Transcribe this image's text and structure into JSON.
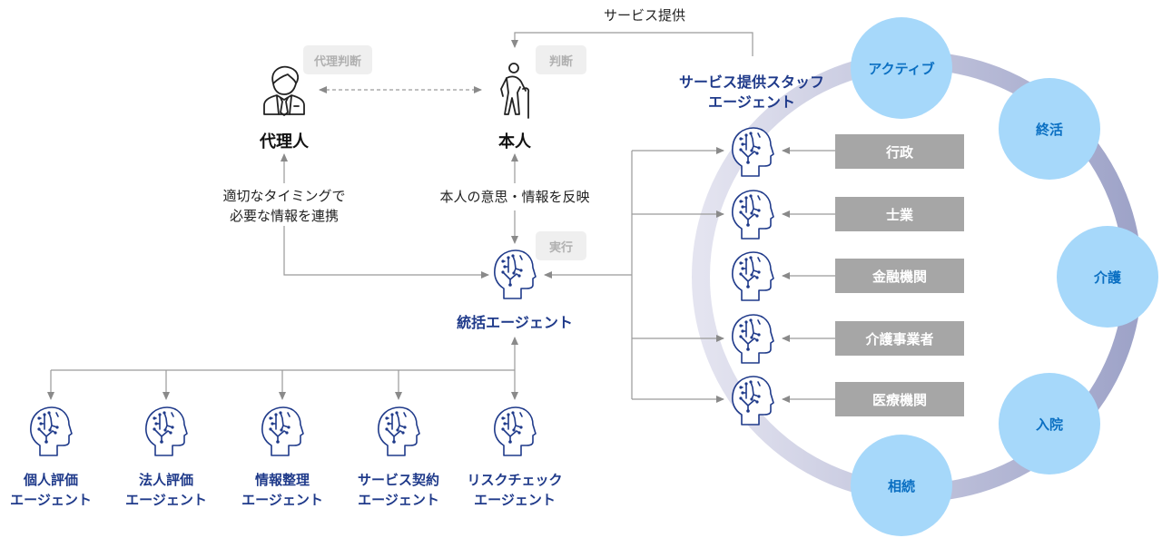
{
  "top": {
    "service_provision": "サービス提供"
  },
  "chips": {
    "proxy_judgment": "代理判断",
    "judgment": "判断",
    "execution": "実行"
  },
  "people": {
    "proxy": "代理人",
    "self": "本人"
  },
  "notes": {
    "timely_info_line1": "適切なタイミングで",
    "timely_info_line2": "必要な情報を連携",
    "reflect_will": "本人の意思・情報を反映"
  },
  "central_agent": {
    "label": "統括エージェント"
  },
  "sub_agents": [
    {
      "line1": "個人評価",
      "line2": "エージェント"
    },
    {
      "line1": "法人評価",
      "line2": "エージェント"
    },
    {
      "line1": "情報整理",
      "line2": "エージェント"
    },
    {
      "line1": "サービス契約",
      "line2": "エージェント"
    },
    {
      "line1": "リスクチェック",
      "line2": "エージェント"
    }
  ],
  "staff_agent": {
    "line1": "サービス提供スタッフ",
    "line2": "エージェント"
  },
  "organizations": [
    "行政",
    "士業",
    "金融機関",
    "介護事業者",
    "医療機関"
  ],
  "life_stages": [
    "アクティブ",
    "終活",
    "介護",
    "入院",
    "相続"
  ],
  "colors": {
    "agent_blue": "#1f3a8a",
    "stage_fill": "#a6d8fa",
    "stage_text": "#0a6fc2",
    "org_gray": "#a6a6a6",
    "ring_light": "#dcdcec",
    "ring_dark": "#9ea3c8",
    "arrow_gray": "#8a8a8a"
  }
}
